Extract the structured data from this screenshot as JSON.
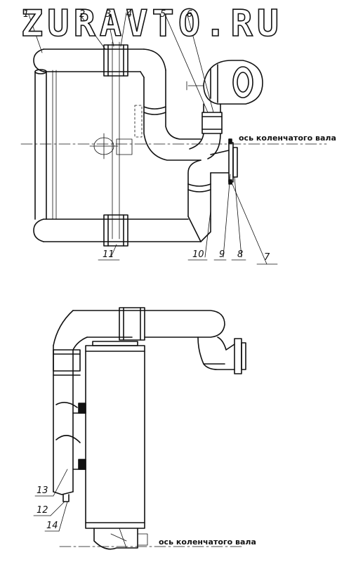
{
  "watermark": "ZURAVTO.RU",
  "top_view": {
    "axis_label": "ось коленчатого вала",
    "callouts": [
      "1",
      "2",
      "3",
      "4",
      "5",
      "6",
      "7",
      "8",
      "9",
      "10",
      "11"
    ]
  },
  "side_view": {
    "axis_label": "ось коленчатого вала",
    "callouts": [
      "12",
      "13",
      "14"
    ]
  }
}
